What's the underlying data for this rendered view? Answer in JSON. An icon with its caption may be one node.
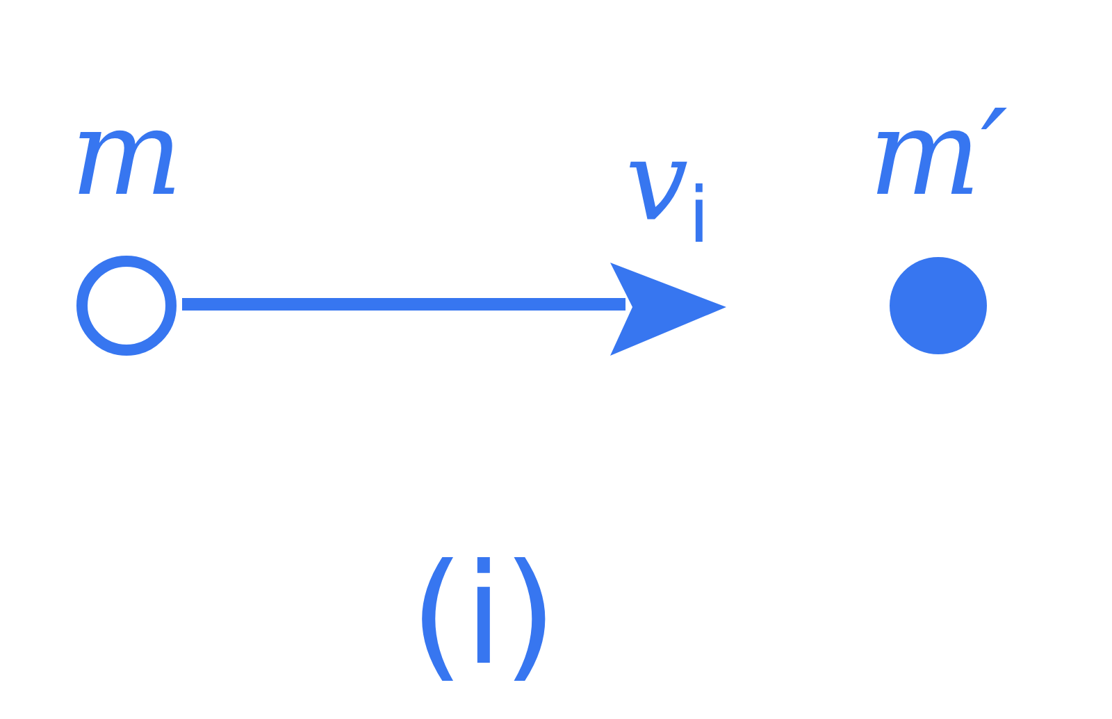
{
  "diagram": {
    "caption": "(i)",
    "nodes": [
      {
        "text": [
          "m"
        ]
      },
      {
        "text": [
          "m′"
        ]
      }
    ],
    "labels": [
      "v$_{i}$"
    ]
  }
}
